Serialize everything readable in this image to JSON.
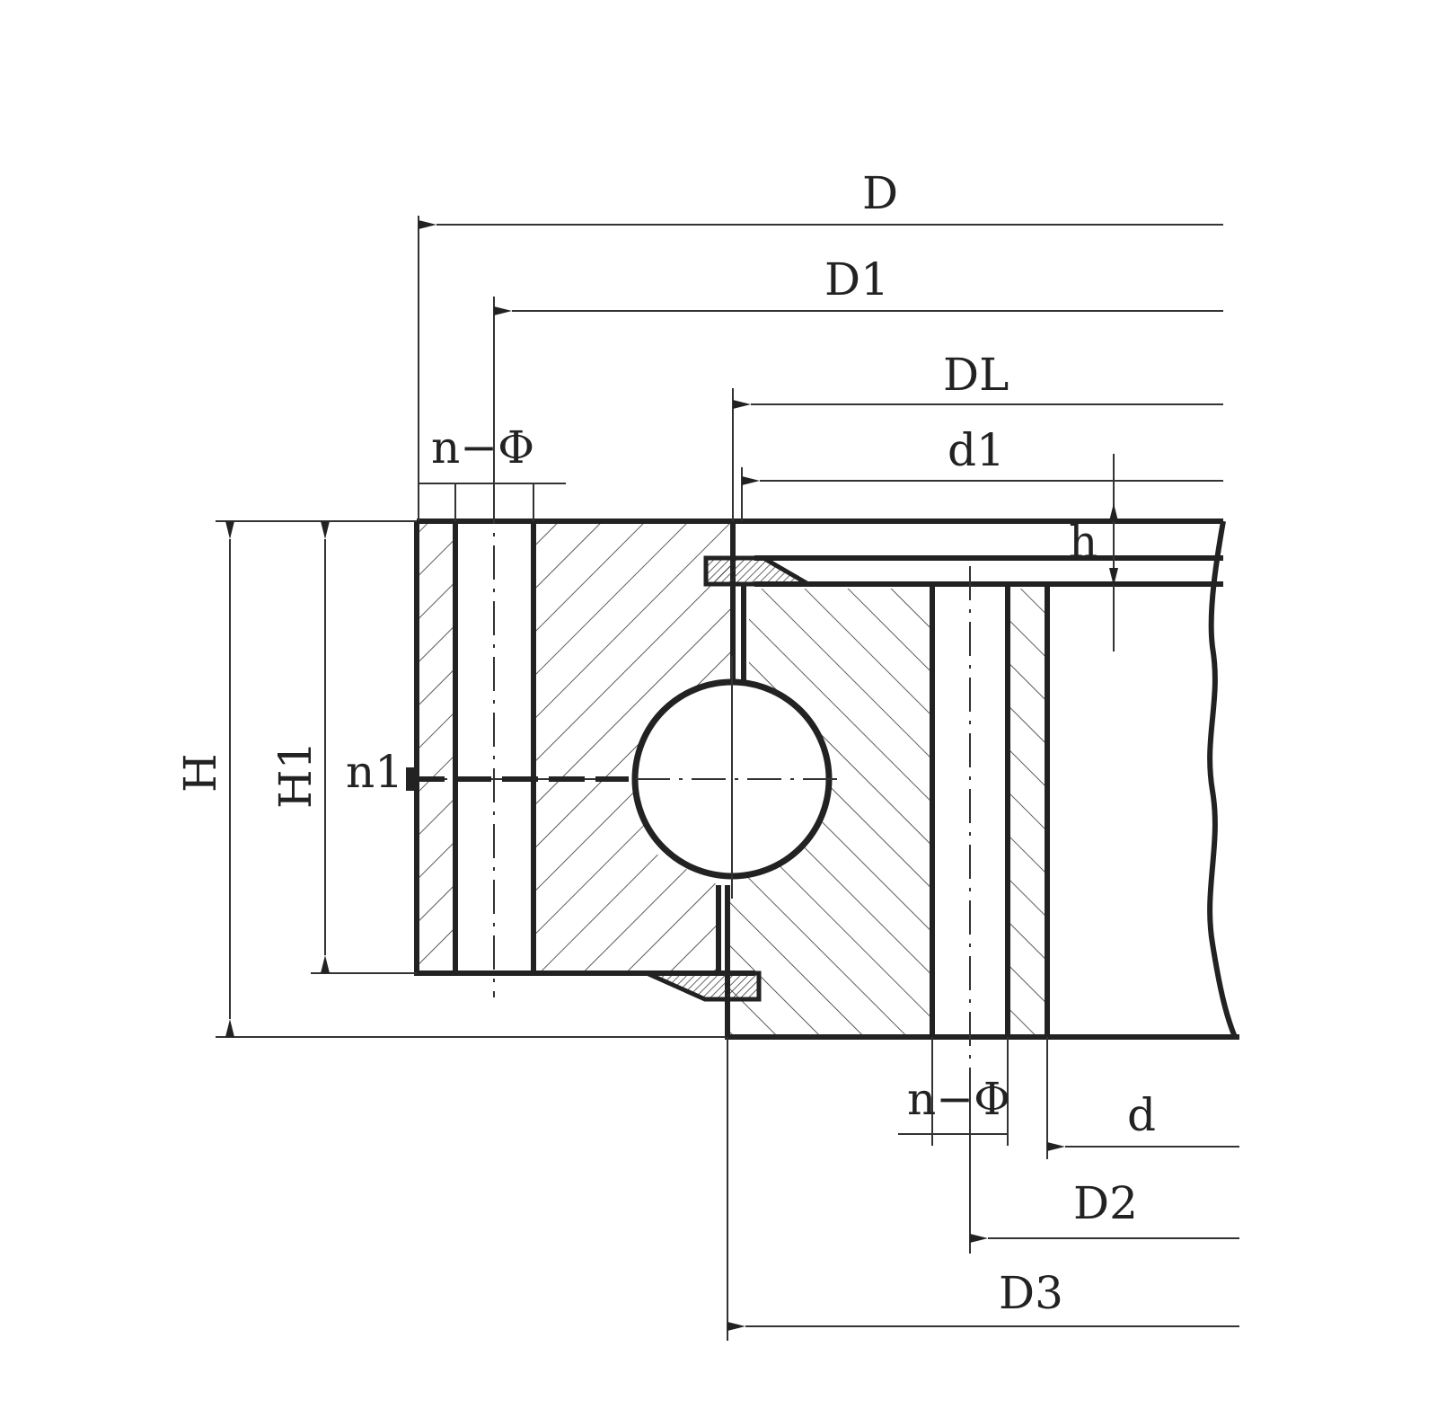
{
  "labels": {
    "D": "D",
    "D1": "D1",
    "DL": "DL",
    "d1": "d1",
    "n_phi_top": "n−Φ",
    "H": "H",
    "H1": "H1",
    "n1": "n1",
    "h": "h",
    "n_phi_bottom": "n−Φ",
    "d": "d",
    "D2": "D2",
    "D3": "D3"
  },
  "colors": {
    "line": "#222222",
    "background": "#ffffff"
  }
}
